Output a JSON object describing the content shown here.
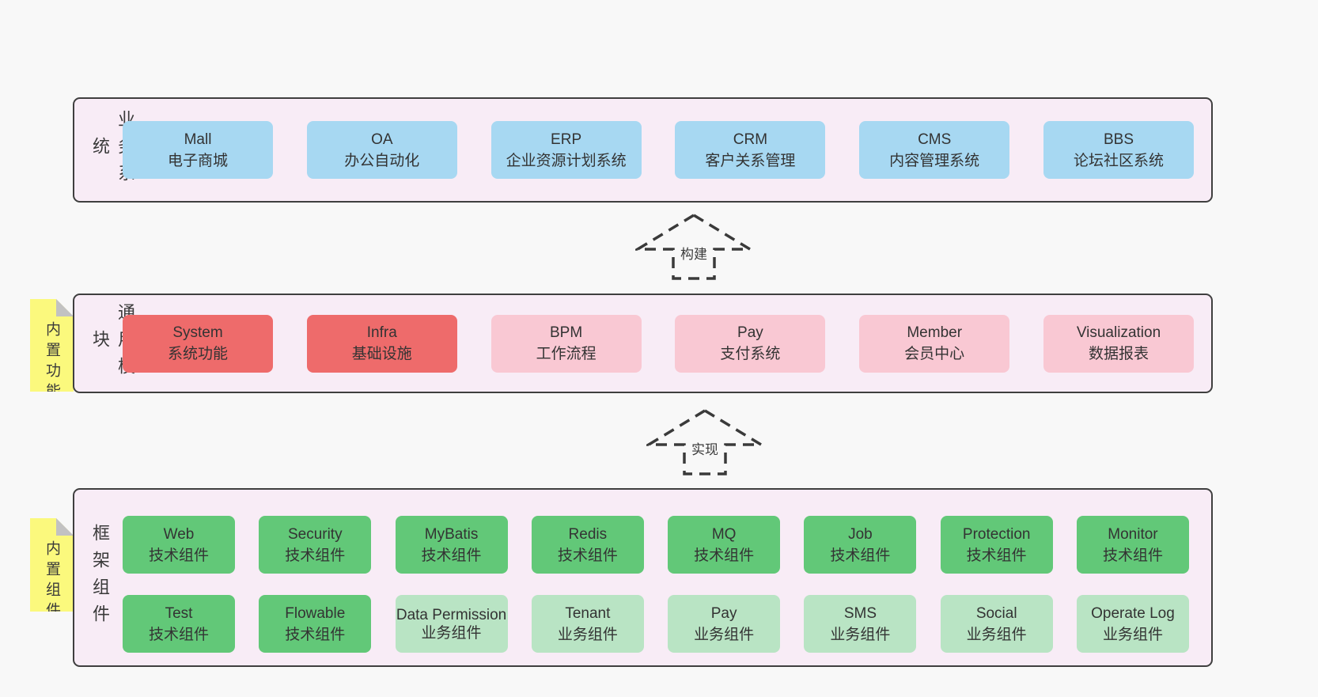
{
  "colors": {
    "page_bg": "#f8f8f8",
    "band_bg": "#f8ecf6",
    "band_border": "#3f3f3f",
    "box_blue": "#a7d8f2",
    "box_red": "#ee6b6b",
    "box_pink": "#f9c8d3",
    "box_green": "#62c878",
    "box_light_green": "#b9e4c4",
    "sticky_yellow": "#fbf97d",
    "sticky_fold_gray": "#c2c2c2",
    "text": "#333333"
  },
  "bands": {
    "business": {
      "label": "业务系统",
      "boxes": [
        {
          "title": "Mall",
          "subtitle": "电子商城"
        },
        {
          "title": "OA",
          "subtitle": "办公自动化"
        },
        {
          "title": "ERP",
          "subtitle": "企业资源计划系统"
        },
        {
          "title": "CRM",
          "subtitle": "客户关系管理"
        },
        {
          "title": "CMS",
          "subtitle": "内容管理系统"
        },
        {
          "title": "BBS",
          "subtitle": "论坛社区系统"
        }
      ]
    },
    "modules": {
      "label": "通用模块",
      "note": "内置功能",
      "boxes": [
        {
          "title": "System",
          "subtitle": "系统功能"
        },
        {
          "title": "Infra",
          "subtitle": "基础设施"
        },
        {
          "title": "BPM",
          "subtitle": "工作流程"
        },
        {
          "title": "Pay",
          "subtitle": "支付系统"
        },
        {
          "title": "Member",
          "subtitle": "会员中心"
        },
        {
          "title": "Visualization",
          "subtitle": "数据报表"
        }
      ]
    },
    "framework": {
      "label": "框架组件",
      "note": "内置组件",
      "row1": [
        {
          "title": "Web",
          "subtitle": "技术组件"
        },
        {
          "title": "Security",
          "subtitle": "技术组件"
        },
        {
          "title": "MyBatis",
          "subtitle": "技术组件"
        },
        {
          "title": "Redis",
          "subtitle": "技术组件"
        },
        {
          "title": "MQ",
          "subtitle": "技术组件"
        },
        {
          "title": "Job",
          "subtitle": "技术组件"
        },
        {
          "title": "Protection",
          "subtitle": "技术组件"
        },
        {
          "title": "Monitor",
          "subtitle": "技术组件"
        }
      ],
      "row2": [
        {
          "title": "Test",
          "subtitle": "技术组件"
        },
        {
          "title": "Flowable",
          "subtitle": "技术组件"
        },
        {
          "title": "Data Permission",
          "subtitle": "业务组件"
        },
        {
          "title": "Tenant",
          "subtitle": "业务组件"
        },
        {
          "title": "Pay",
          "subtitle": "业务组件"
        },
        {
          "title": "SMS",
          "subtitle": "业务组件"
        },
        {
          "title": "Social",
          "subtitle": "业务组件"
        },
        {
          "title": "Operate Log",
          "subtitle": "业务组件"
        }
      ]
    }
  },
  "arrows": {
    "build": "构建",
    "implement": "实现"
  }
}
